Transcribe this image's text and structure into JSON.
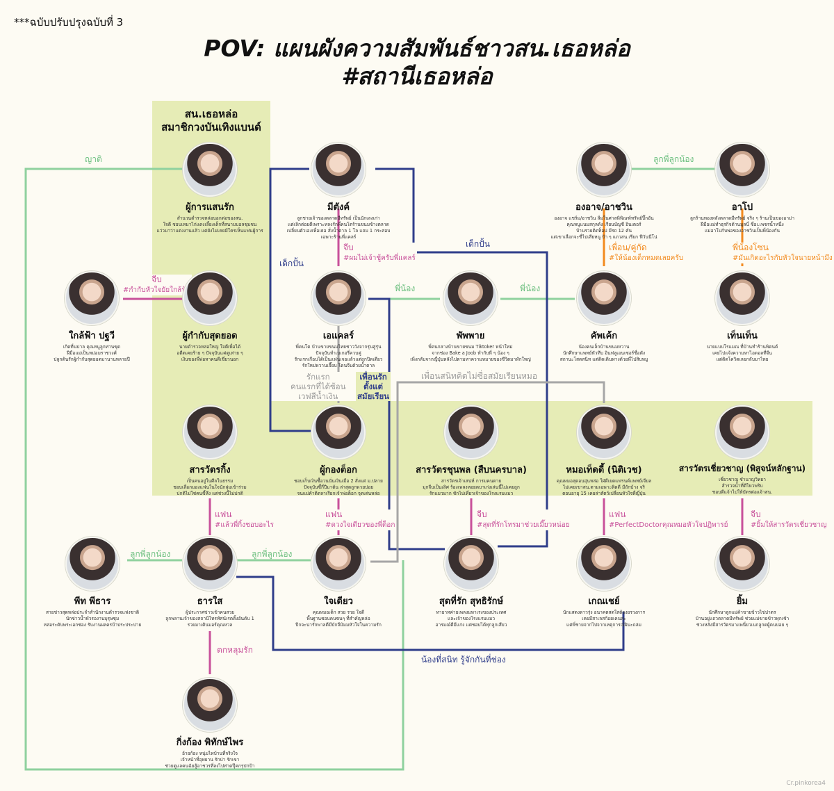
{
  "version_note": "***ฉบับปรับปรุงฉบับที่ 3",
  "title": "POV: แผนผังความสัมพันธ์ชาวสน.เธอหล่อ\n#สถานีเธอหล่อ",
  "band_heading": "สน.เธอหล่อ\nสมาชิกวงบันเทิงแบนด์",
  "credit": "Cr.pinkorea4",
  "colors": {
    "band": "#e6ecb6",
    "relative_green": "#8fd19e",
    "love_pink": "#c8509a",
    "navy": "#2f3d8a",
    "gray": "#a6a6a6",
    "orange": "#f28a1e"
  },
  "people": {
    "p1": {
      "name": "ผู้การแสนรัก",
      "desc": "สำนวนตำรวจหล่อบอกต่อของสน.\nใจดี ชอบเหมาไก่แดงเลี้ยงเด็กที่สนามบอลชุมชน\nแว่วมาว่าแต่งงานแล้ว แต่ยังไม่เคยมีใครเห็นแฟนผู้การ"
    },
    "p2": {
      "name": "มีตังค์",
      "desc": "ลูกชายเจ้าของตลาดมีทรัพย์ เป็นนักเลงเก่า\nแต่เลิกต่อยตีเพราะหลงรักพี่คนโตร้านขนมข้างตลาด\nเปลี่ยนตัวเองเพื่อเธอ สั่งน้ำตาล 1 โล แถม 1 กระสอบ\nเฉพาะร้านพี่แคลร์"
    },
    "p3": {
      "name": "องอาจ/อาชวิน",
      "desc": "องอาจ แชร์ม/อาชวิน ลิ่มในศาลพิพิณฑ์ทรัพย์ปิ๊กอัน\nคุณหนูแนมสกุลดัง เรียนบัญชี อินเตอร์\nบ้านรวยติดท็อป มีรถ 12 คัน\nแต่เขาเลือกจะขี่ไปเสียหนู ป้า ๆ แถวสน.เรียก ฟีวันนีโน่"
    },
    "p4": {
      "name": "อาโป",
      "desc": "ลูกร้านทองหลังตลาดมีทรัพย์ จริง ๆ ร้านเป็นของอาม่า\nฝีมือแม่ทำธุรกิจด้านมูลนี่ ชื่อเ.เพชรน้ำหนึ่ง\nแม่อาโปกับพ่อของอาชวินเป็นพี่น้องกัน"
    },
    "p5": {
      "name": "ใกล้ฟ้า ปฐวี",
      "desc": "เกิดที่นปาล คุณหนูลูกท่านขุด\nฝีมือแม่เป็นหม่อมราชวงศ์\nปลูกต้นรักผู้กำกับสุดยอดมานานหลายปี"
    },
    "p6": {
      "name": "ผู้กำกับสุดยอด",
      "desc": "นายตำรวจหล่อใหญ่ ใจดีเพื่อได้\nอดีตเคยร้าย ๆ ปัจจุบันแค่ดูเท่าย ๆ\nเงินของพี่พ่อหาคนดีเชี่ยวนอก"
    },
    "p7": {
      "name": "เอแคลร์",
      "desc": "พี่คนโต บ้านขายขนมไทยชาววังจากรุ่นสู่รุ่น\nปัจจุบันทำเบเกอรี่ควบคู่\nรักแรกเกือบได้เป็นแฟนเจอแล้วแต่ถูกปิดเดียว\nรักใหม่หวานเจี๊ยบ โดนจีบด้วยน้ำตาล"
    },
    "p8": {
      "name": "พัพพาย",
      "desc": "พี่คนกลางบ้านขายขนม Tiktoker หน้าใหม่\nจากช่อง Bake a Joob ทำกับพี่ ๆ น้อง ๆ\nเพิ่งกลับจากญี่ปุ่นหลังไปตามหาความหมายของชีวิตมาหักใหญ่"
    },
    "p9": {
      "name": "คัพเค้ก",
      "desc": "น้องคนเล็กบ้านขนมหวาน\nนักศึกษาแพทย์หัวทึบ อินฟลูเอนเซอร์ชื่อดัง\nสถานะโสดสนิท แต่ติดเดินทางด้วยพี่ไปสิบหมู"
    },
    "p10": {
      "name": "เท็นเท็น",
      "desc": "นายแบบโรแมณ ที่บ้านทำร้านพิตนต์\nเคยไปแจ้งความหาไอดอลที่จีน\nแต่ติดโควิดเลยกลับมาไทย"
    },
    "p11": {
      "name": "สารวัตรกิ้ง",
      "desc": "เป็นคนอยู่ในศีลในธรรม\nชอบเลือกมองแฟนในใจนักลุ่มเข้าร่วม\nปกติไม่ใช่คนขี้หึง แต่ช่วงนี้ไม่ปกติ"
    },
    "p12": {
      "name": "ผู้กองต็อก",
      "desc": "ชอบเก็บเงินซื้อวนนั่นเงินเมือ 2 สั่งแต่ ม.ปลาย\nปัจจุบันซื้กี่ปีมาต้น ล่าสุดถูกพวยบ่อย\nจนแม่ค้าติดลาเรียกเจ้าพ่อต็อก จุดเด่นหล่อ"
    },
    "p13": {
      "name": "สารวัตรชุนพล (สืบนครบาล)",
      "desc": "สารวัตรเจ้าเสน่ห์ การมคนตาย\nมุกจีบเป็นเลิศ ร้องเพลงหอยดบาเก่งเล่นนี้ไม่เคยถูก\nรักแมวมาก ชักไปเที่ยวเจ้าของโรงแรมแมว"
    },
    "p14": {
      "name": "หมอเท็ดดี้ (นิติเวช)",
      "desc": "คุณหมอสุดอบอุ่นหล่อ ใฝ่ดีเยดแฟรนด์แพทย์เจียล\nไม่เคยเขาสน.ตามเฉพาะติดดี มีถักบ้าง จริ\nตอนอายุ 15 เคยล่าสัตว์เปลี่ยนหัวใจที่ญี่ปุ่น"
    },
    "p15": {
      "name": "สารวัตรเชี่ยวชาญ (พิสูจน์หลักฐาน)",
      "desc": "เชี่ยวชาญ ชำนาญวิทยา\nสำรวจน้ำที่ดีไหวพริบ\nชอบตีแจ้าไปให้บัตรต่อแจ้าสน."
    },
    "p16": {
      "name": "พีท พีธาร",
      "desc": "สายข่าวสุดหล่อประจำสำนักงานตำรวจแห่งชาติ\nนักข่าวน้ำหัวรองานบุรุษชุม\nหล่อระดับพระเอกช่อง รับงานผลครบ้าประประปาย"
    },
    "p17": {
      "name": "ธารใส",
      "desc": "ผู้ประกาศข่าวเข้าคนสวย\nลูกพลานเจ้าของสถานีโทรทัศน์เรตติ้งอันดับ 1\nรวยมาเดินมอร์คุณหวล"
    },
    "p18": {
      "name": "ใจเดียว",
      "desc": "คุณหมอเด็ก สวย รวย ใจดี\nพื้นฐานชอบคนซนๆ ที่สำคัญหล่อ\nปีกจะน่ารักพาลดีมีบักจีมิมมหัวใจในความรัก"
    },
    "p19": {
      "name": "สุดที่รัก สุทธิรักษ์",
      "desc": "ทายาทค่ายเพลงมหาเรงของประเทศ\nและเจ้าของโรงแรมแมว\nอารมณ์ดีมีแก่ง แต่ชอบได้ทุกลูกเสียว"
    },
    "p20": {
      "name": "เกณเชย์",
      "desc": "นักแสดงดาวรุ่ง อนาคตสดใสต้องยรวงการ\nเคยมีสาเลสก้อยเคนสะ\nแต่พี่ชายจากไปจากเหตุการณ์ฝินะถล่ม"
    },
    "p21": {
      "name": "ยิ้ม",
      "desc": "นักศึกษาลูกแม่ค้าขายข้าวไข่ปาตร\nบ้านอยู่แถวตลาดมีทรัพย์ ช่วยแม่ขายข้าวทุกเช้า\nช่วงหลังมีสารวัตรมาแพนี่ยวเนกลูกดผู้ตนบ่อย ๆ"
    },
    "p22": {
      "name": "กิ่งก้อง พิทักษ์ไพร",
      "desc": "อ้ายก้อง หนุ่มไทบ้านที่จริงใจ\nเจ้าหน้าที่อุทยาน รักป่า รักเขา\nช่วยดูแลคนฉัยสู้อาชวรที่ลงไปท่าตปุ๊คกรุปกป้า"
    }
  },
  "relations": {
    "r_yati": "ญาติ",
    "r_cousins_top": "ลูกพี่ลูกน้อง",
    "r_jeeb_meetang": "จีบ",
    "r_jeeb_meetang_tag": "#ผมไม่เจ้าชู้ครับพี่แคลร์",
    "r_kid_left": "เด็กปั้น",
    "r_kid_right": "เด็กปั้น",
    "r_friend_crush": "เพื่อน/คู่กัด",
    "r_friend_crush_tag": "#ให้น้องเด็กหมดเลยครับ",
    "r_single_bro": "พี่น้องโซน",
    "r_single_bro_tag": "#มันเกิดอะไรกับหัวใจนายหน้ามึง",
    "r_jeeb_klaifah": "จีบ",
    "r_jeeb_klaifah_tag": "#กำกับหัวใจยัยใกล้ฟ้า",
    "r_sibling_left": "พี่น้อง",
    "r_sibling_right": "พี่น้อง",
    "r_first_love": "รักแรก\nคนแรกที่ได้ซ้อน\nเวฟสีน้ำเงิน",
    "r_close_friend": "เพื่อนรัก\nตั้งแต่\nสมัยเรียน",
    "r_school_friend": "เพื่อนสนิทคิดไม่ซื่อสมัยเรียนหมอ",
    "r_fan_king": "แฟน",
    "r_fan_king_tag": "#แล้วพี่กิ้งชอบอะไร",
    "r_fan_tok": "แฟน",
    "r_fan_tok_tag": "#ดวงใจเดียวของพี่ต็อก",
    "r_jeeb_chunpon": "จีบ",
    "r_jeeb_chunpon_tag": "#สุดที่รักโทรมาช่วยเมี๊ยวหน่อย",
    "r_fan_teddy": "แฟน",
    "r_fan_teddy_tag": "#PerfectDoctorคุณหมอหัวใจปฏิพารย์",
    "r_jeeb_yim": "จีบ",
    "r_jeeb_yim_tag": "#ยิ้มให้สารวัตรเชี่ยวชาญ",
    "r_cousins_left": "ลูกพี่ลูกน้อง",
    "r_cousins_mid": "ลูกพี่ลูกน้อง",
    "r_fall_in_love": "ตกหลุมรัก",
    "r_close_siblings": "น้องที่สนิท รู้จักกันที่ช่อง"
  }
}
